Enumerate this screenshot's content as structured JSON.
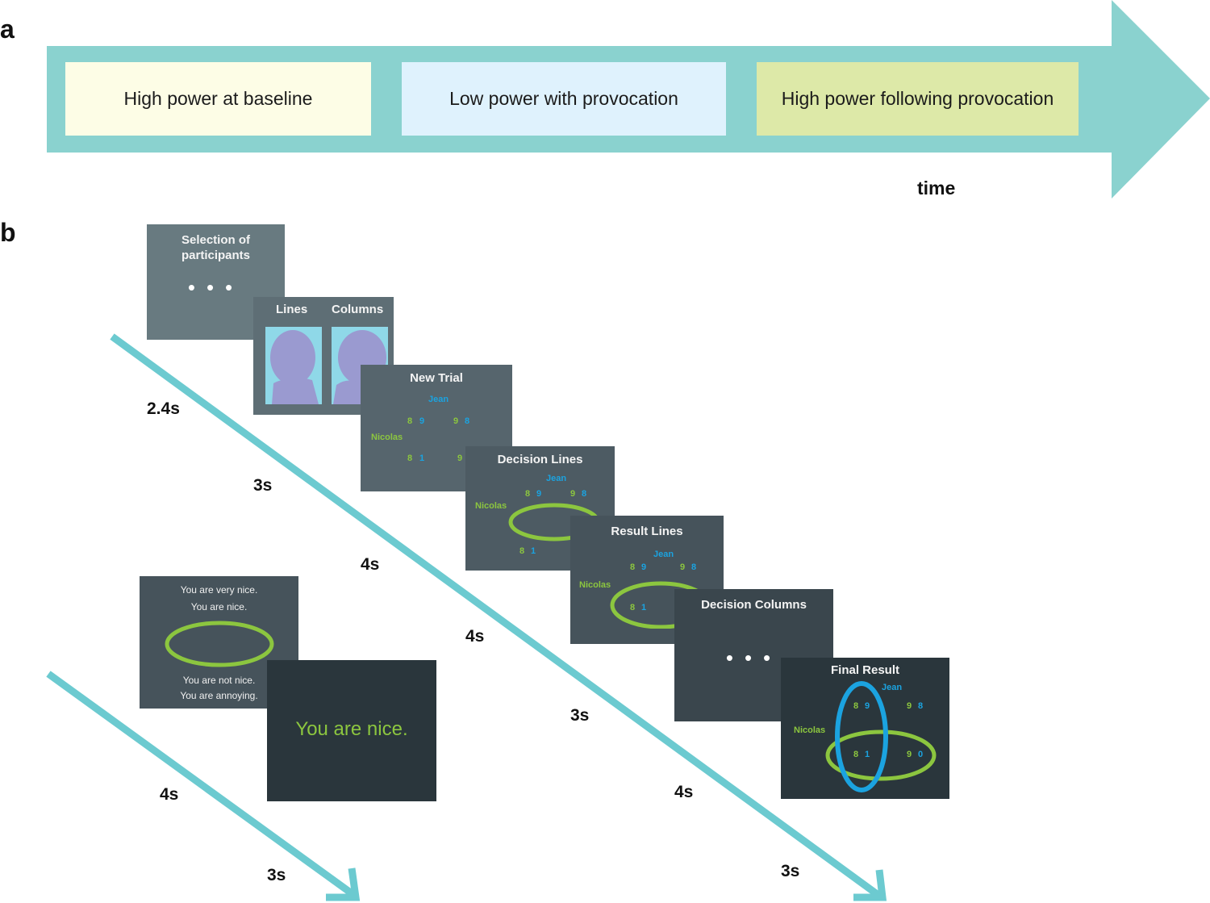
{
  "panels": {
    "a": "a",
    "b": "b"
  },
  "timeline": {
    "phases": [
      {
        "label": "High power at baseline",
        "color": "#fdfde6"
      },
      {
        "label": "Low power with provocation",
        "color": "#dff2fd"
      },
      {
        "label": "High power following provocation",
        "color": "#dde9a8"
      }
    ],
    "time_label": "time",
    "arrow_color": "#8ad2cf"
  },
  "screens": {
    "selection": {
      "title": "Selection of participants"
    },
    "lines_columns": {
      "lines": "Lines",
      "columns": "Columns"
    },
    "new_trial": {
      "title": "New Trial",
      "jean": "Jean",
      "nicolas": "Nicolas",
      "r1": [
        "8",
        "9",
        "9",
        "8"
      ],
      "r2": [
        "8",
        "1",
        "9"
      ]
    },
    "decision_lines": {
      "title": "Decision Lines",
      "jean": "Jean",
      "nicolas": "Nicolas",
      "r1": [
        "8",
        "9",
        "9",
        "8"
      ],
      "r2": [
        "8",
        "1"
      ]
    },
    "result_lines": {
      "title": "Result Lines",
      "jean": "Jean",
      "nicolas": "Nicolas",
      "r1": [
        "8",
        "9",
        "9",
        "8"
      ],
      "r2": [
        "8",
        "1"
      ]
    },
    "decision_columns": {
      "title": "Decision Columns"
    },
    "final_result": {
      "title": "Final Result",
      "jean": "Jean",
      "nicolas": "Nicolas",
      "r1": [
        "8",
        "9",
        "9",
        "8"
      ],
      "r2": [
        "8",
        "1",
        "9",
        "0"
      ]
    },
    "rating": {
      "options": [
        "You are very nice.",
        "You are nice.",
        "You are not nice.",
        "You are annoying."
      ]
    },
    "message": {
      "text": "You are nice."
    }
  },
  "durations": {
    "upper": [
      "2.4s",
      "3s",
      "4s",
      "4s",
      "3s",
      "4s",
      "3s"
    ],
    "lower": [
      "4s",
      "3s"
    ]
  },
  "colors": {
    "screen_light": "#687a80",
    "screen_mid": "#56656d",
    "screen_dark": "#46525a",
    "screen_darker": "#2a363c",
    "green": "#8cc63f",
    "blue": "#1ba3e0",
    "face_bg": "#8fd8e8",
    "face": "#9a9ad0",
    "diagonal": "#6ccad0"
  }
}
